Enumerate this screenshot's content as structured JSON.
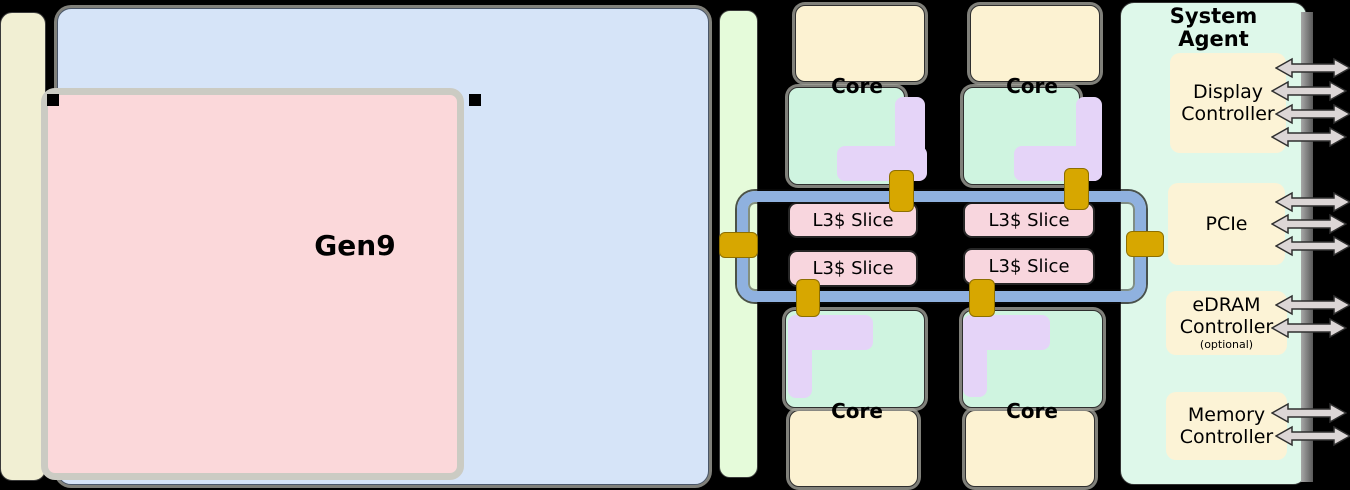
{
  "gpu": {
    "gen9_label": "Gen9"
  },
  "core_cluster": {
    "core_label": "Core",
    "l3_slice_label": "L3$ Slice",
    "core_count": 4,
    "l3_slice_count": 4,
    "ring_stop_count": 6
  },
  "system_agent": {
    "title_lines": [
      "System",
      "Agent"
    ],
    "modules": {
      "display": {
        "lines": [
          "Display",
          "Controller"
        ],
        "arrows": 4
      },
      "pcie": {
        "lines": [
          "PCIe"
        ],
        "arrows": 3
      },
      "edram": {
        "lines": [
          "eDRAM",
          "Controller"
        ],
        "note": "(optional)",
        "arrows": 2
      },
      "memory": {
        "lines": [
          "Memory",
          "Controller"
        ],
        "arrows": 2
      }
    }
  },
  "colors": {
    "background": "#000000",
    "gpu_region": "#D6E4F8",
    "gen9_block": "#FBD8DA",
    "left_io_column": "#F1EFD3",
    "interface_column": "#E5FBDA",
    "core_box": "#FCF2D2",
    "core_cache_box": "#CFF4E0",
    "core_l2_region": "#E5D4F8",
    "l3_slice": "#F8D6DE",
    "ring_bus": "#8FB1DF",
    "ring_stop": "#D7A700",
    "system_agent": "#DEF8EA",
    "module_box": "#FCF3D6",
    "io_arrow": "#DCD6D6"
  }
}
